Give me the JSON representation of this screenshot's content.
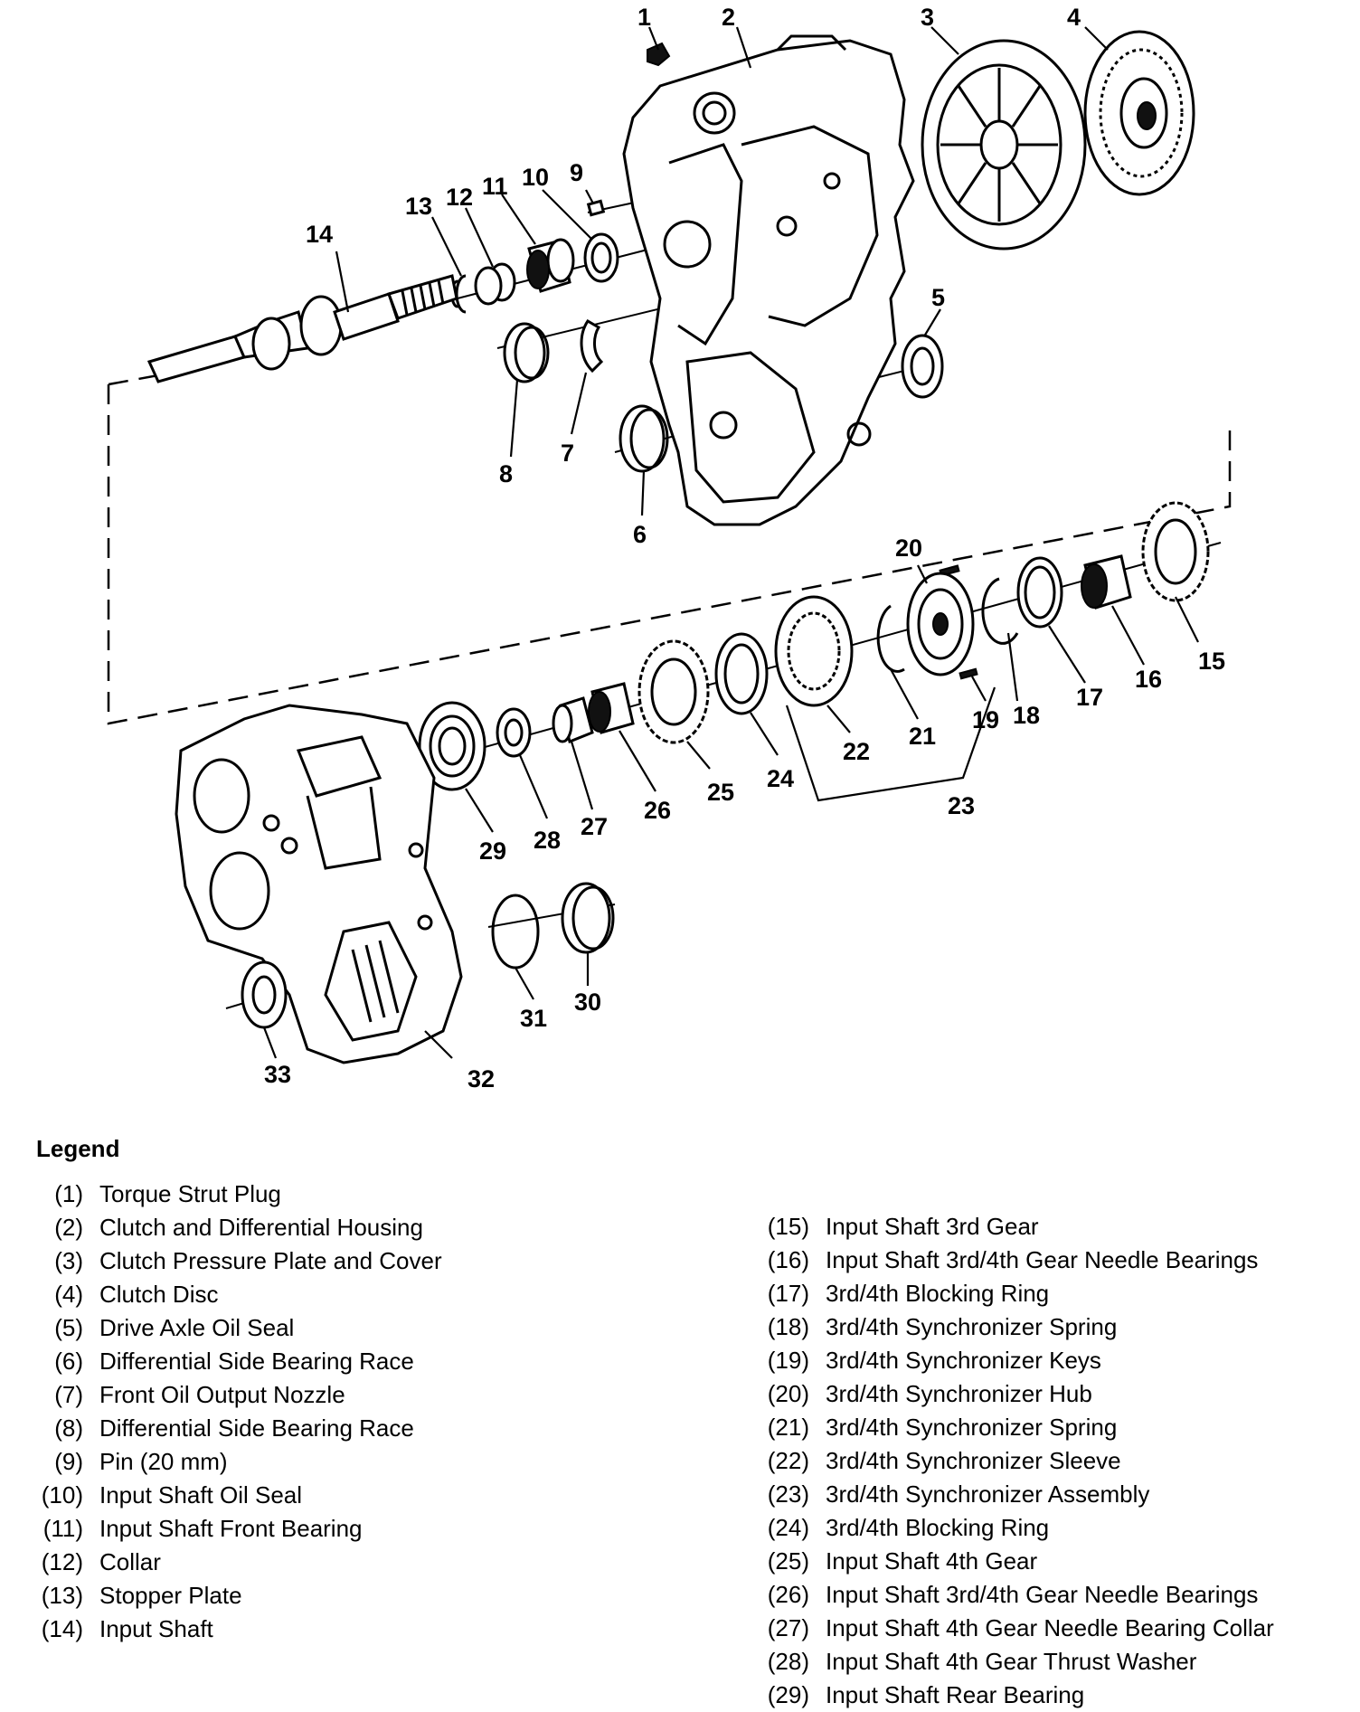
{
  "callouts": [
    "1",
    "2",
    "3",
    "4",
    "5",
    "6",
    "7",
    "8",
    "9",
    "10",
    "11",
    "12",
    "13",
    "14",
    "15",
    "16",
    "17",
    "18",
    "19",
    "20",
    "21",
    "22",
    "23",
    "24",
    "25",
    "26",
    "27",
    "28",
    "29",
    "30",
    "31",
    "32",
    "33"
  ],
  "legend": {
    "title": "Legend",
    "left": [
      {
        "num": "(1)",
        "label": "Torque Strut Plug"
      },
      {
        "num": "(2)",
        "label": "Clutch and Differential Housing"
      },
      {
        "num": "(3)",
        "label": "Clutch Pressure Plate and Cover"
      },
      {
        "num": "(4)",
        "label": "Clutch Disc"
      },
      {
        "num": "(5)",
        "label": "Drive Axle Oil Seal"
      },
      {
        "num": "(6)",
        "label": "Differential Side Bearing Race"
      },
      {
        "num": "(7)",
        "label": "Front Oil Output Nozzle"
      },
      {
        "num": "(8)",
        "label": "Differential Side Bearing Race"
      },
      {
        "num": "(9)",
        "label": "Pin (20 mm)"
      },
      {
        "num": "(10)",
        "label": "Input Shaft Oil Seal"
      },
      {
        "num": "(11)",
        "label": "Input Shaft Front Bearing"
      },
      {
        "num": "(12)",
        "label": "Collar"
      },
      {
        "num": "(13)",
        "label": "Stopper Plate"
      },
      {
        "num": "(14)",
        "label": "Input Shaft"
      }
    ],
    "right": [
      {
        "num": "(15)",
        "label": "Input Shaft 3rd Gear"
      },
      {
        "num": "(16)",
        "label": "Input Shaft 3rd/4th Gear Needle Bearings"
      },
      {
        "num": "(17)",
        "label": "3rd/4th Blocking Ring"
      },
      {
        "num": "(18)",
        "label": "3rd/4th Synchronizer Spring"
      },
      {
        "num": "(19)",
        "label": "3rd/4th Synchronizer Keys"
      },
      {
        "num": "(20)",
        "label": "3rd/4th Synchronizer Hub"
      },
      {
        "num": "(21)",
        "label": "3rd/4th Synchronizer Spring"
      },
      {
        "num": "(22)",
        "label": "3rd/4th Synchronizer Sleeve"
      },
      {
        "num": "(23)",
        "label": "3rd/4th Synchronizer Assembly"
      },
      {
        "num": "(24)",
        "label": "3rd/4th Blocking Ring"
      },
      {
        "num": "(25)",
        "label": "Input Shaft 4th Gear"
      },
      {
        "num": "(26)",
        "label": "Input Shaft 3rd/4th Gear Needle Bearings"
      },
      {
        "num": "(27)",
        "label": "Input Shaft 4th Gear Needle Bearing Collar"
      },
      {
        "num": "(28)",
        "label": "Input Shaft 4th Gear Thrust Washer"
      },
      {
        "num": "(29)",
        "label": "Input Shaft Rear Bearing"
      }
    ]
  }
}
